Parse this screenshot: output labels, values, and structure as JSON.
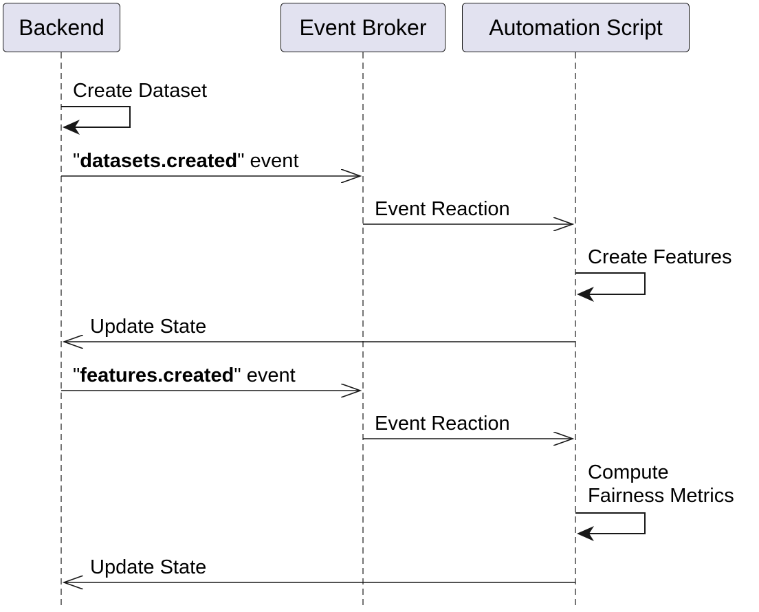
{
  "participants": [
    {
      "id": "backend",
      "label": "Backend"
    },
    {
      "id": "broker",
      "label": "Event Broker"
    },
    {
      "id": "script",
      "label": "Automation Script"
    }
  ],
  "messages": [
    {
      "id": "m1",
      "from": "backend",
      "to": "backend",
      "text": "Create Dataset",
      "kind": "self"
    },
    {
      "id": "m2",
      "from": "backend",
      "to": "broker",
      "prefix": "\"",
      "bold": "datasets.created",
      "suffix": "\" event",
      "kind": "async"
    },
    {
      "id": "m3",
      "from": "broker",
      "to": "script",
      "text": "Event Reaction",
      "kind": "async"
    },
    {
      "id": "m4",
      "from": "script",
      "to": "script",
      "text": "Create Features",
      "kind": "self"
    },
    {
      "id": "m5",
      "from": "script",
      "to": "backend",
      "text": "Update State",
      "kind": "async"
    },
    {
      "id": "m6",
      "from": "backend",
      "to": "broker",
      "prefix": "\"",
      "bold": "features.created",
      "suffix": "\" event",
      "kind": "async"
    },
    {
      "id": "m7",
      "from": "broker",
      "to": "script",
      "text": "Event Reaction",
      "kind": "async"
    },
    {
      "id": "m8",
      "from": "script",
      "to": "script",
      "line1": "Compute",
      "line2": "Fairness Metrics",
      "kind": "self"
    },
    {
      "id": "m9",
      "from": "script",
      "to": "backend",
      "text": "Update State",
      "kind": "async"
    }
  ]
}
